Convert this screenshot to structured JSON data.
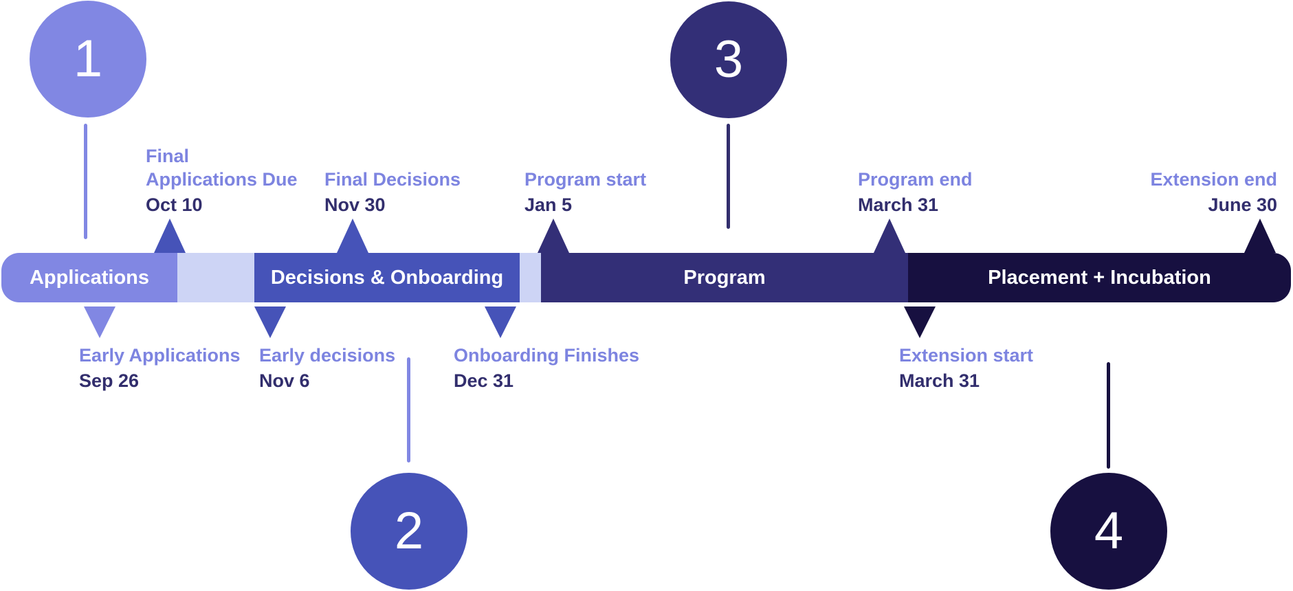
{
  "timeline": {
    "phases": [
      {
        "number": "1",
        "label": "Applications",
        "color": "#8187e3"
      },
      {
        "number": "2",
        "label": "Decisions & Onboarding",
        "color": "#4653b8"
      },
      {
        "number": "3",
        "label": "Program",
        "color": "#332f77"
      },
      {
        "number": "4",
        "label": "Placement + Incubation",
        "color": "#171040"
      }
    ],
    "gap_color": "#cdd4f5",
    "label_colors": {
      "title": "#7d84e0",
      "date": "#322e6d"
    },
    "milestones_above": [
      {
        "title_lines": [
          "Final",
          "Applications Due"
        ],
        "date": "Oct 10"
      },
      {
        "title_lines": [
          "Final Decisions"
        ],
        "date": "Nov 30"
      },
      {
        "title_lines": [
          "Program start"
        ],
        "date": "Jan 5"
      },
      {
        "title_lines": [
          "Program end"
        ],
        "date": "March 31"
      },
      {
        "title_lines": [
          "Extension end"
        ],
        "date": "June 30"
      }
    ],
    "milestones_below": [
      {
        "title_lines": [
          "Early Applications"
        ],
        "date": "Sep 26"
      },
      {
        "title_lines": [
          "Early decisions"
        ],
        "date": "Nov 6"
      },
      {
        "title_lines": [
          "Onboarding Finishes"
        ],
        "date": "Dec 31"
      },
      {
        "title_lines": [
          "Extension start"
        ],
        "date": "March 31"
      }
    ]
  }
}
